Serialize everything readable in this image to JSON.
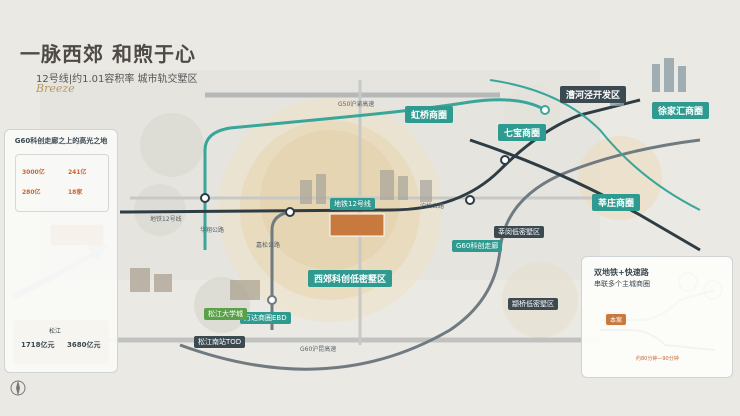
{
  "header": {
    "headline": "一脉西郊 和煦于心",
    "subline": "12号线|约1.01容积率 城市轨交墅区",
    "brand_logo_text": "Breeze"
  },
  "left_panel": {
    "title": "G60科创走廊之上的高光之地",
    "labels": [
      "3000亿",
      "241亿",
      "280亿",
      "18家"
    ],
    "stats": [
      "1718亿元",
      "3680亿元"
    ],
    "bottom_caption": "松江"
  },
  "right_panel": {
    "title": "双地铁+快速路",
    "subtitle": "串联多个主城商圈",
    "callout_badge": "本案",
    "bottom_text": "约80分钟—90分钟"
  },
  "map_labels": {
    "hongqiao": "虹桥商圈",
    "caohejing": "漕河泾开发区",
    "xujiahui": "徐家汇商圈",
    "qibao": "七宝商圈",
    "xinzhuang": "莘庄商圈",
    "xinhua_low": "莘闵低密墅区",
    "qiangang_low": "颛桥低密墅区",
    "district": "西郊科创低密墅区",
    "project": "地铁12号线",
    "wanda": "万达商圈EBD",
    "songjiang_univ": "松江大学城",
    "songjiang_tod": "松江南站TOD",
    "g60_label": "G60科创走廊",
    "g50": "G50沪渝高速",
    "g60": "G60沪昆高速",
    "hukun": "沪松公路",
    "jiasong": "嘉松公路",
    "huaxiang": "华翔公路",
    "line12": "地铁12号线"
  },
  "colors": {
    "metro_teal": "#3aa69a",
    "metro_dark": "#2e3c44",
    "metro_gray": "#6f7a81",
    "tag_teal": "#2f9a8f",
    "tag_dark": "#3b4a51",
    "green_tag": "#5aa14a",
    "gold": "#b8985f"
  },
  "icons": [
    "compass-icon",
    "metro-station-icon"
  ]
}
